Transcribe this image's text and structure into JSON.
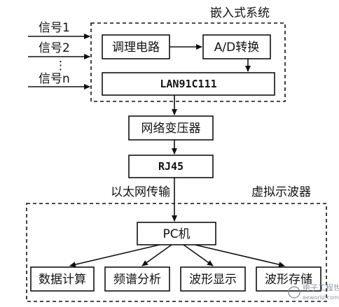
{
  "embedded_system": {
    "title": "嵌入式系统",
    "signals": [
      "信号1",
      "信号2",
      "⋮",
      "信号n"
    ],
    "conditioning": "调理电路",
    "ad": "A/D转换",
    "lan_chip": "LAN91C111"
  },
  "network": {
    "transformer": "网络变压器",
    "rj45": "RJ45",
    "transfer_label": "以太网传输"
  },
  "virtual_scope": {
    "title": "虚拟示波器",
    "pc": "PC机",
    "functions": [
      "数据计算",
      "频谱分析",
      "波形显示",
      "波形存储"
    ]
  },
  "watermark": {
    "text": "电子工程世界",
    "url": "eeworld.com.cn"
  }
}
